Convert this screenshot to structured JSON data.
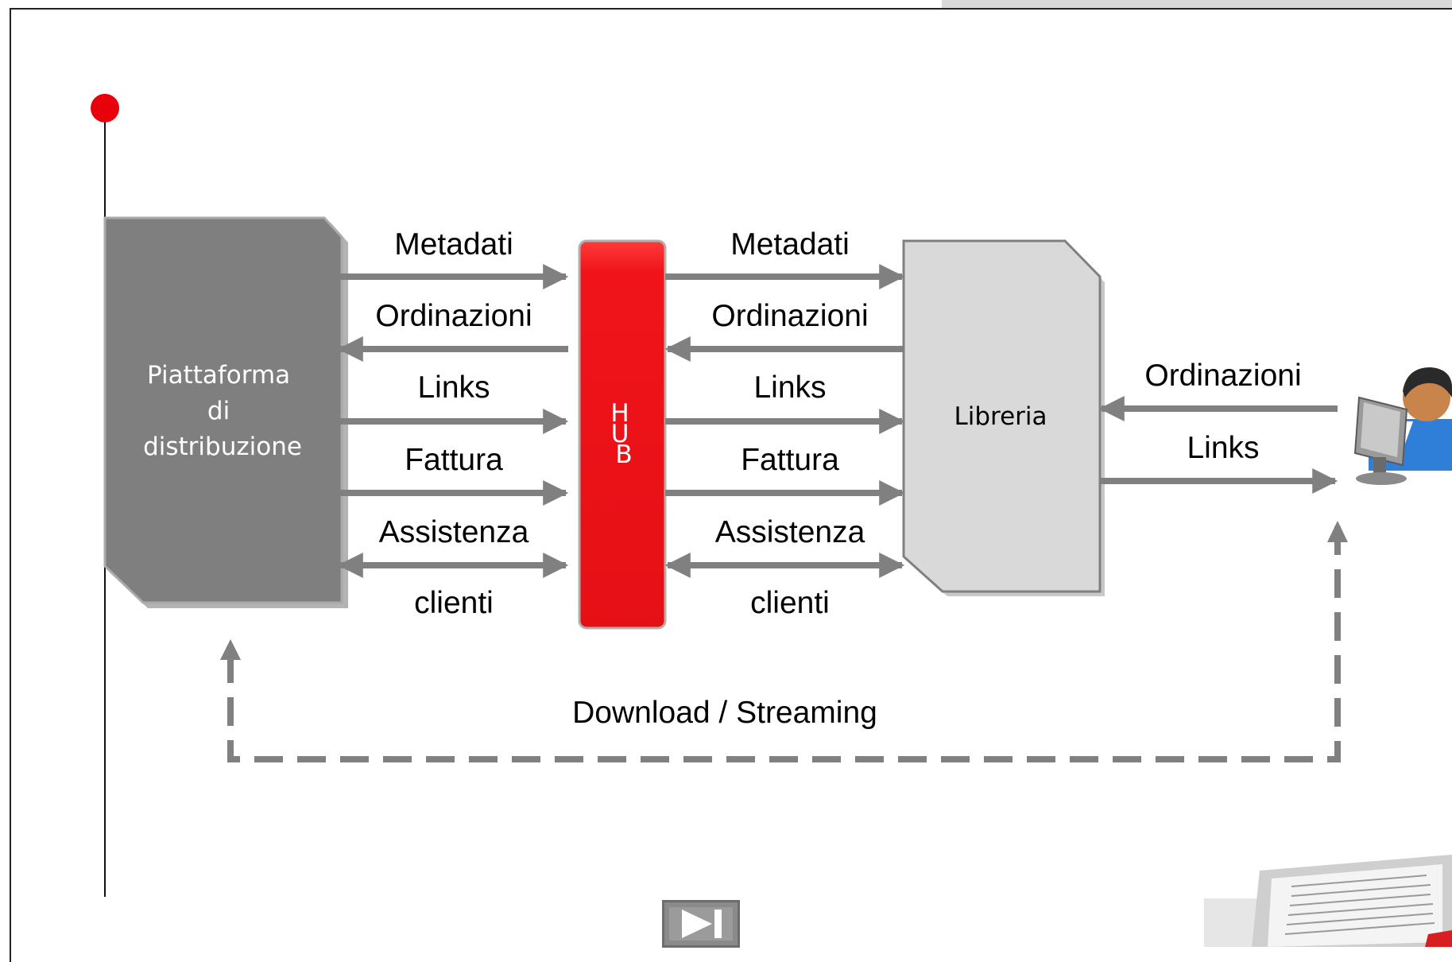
{
  "colors": {
    "accent_red": "#f0141a",
    "dark_box": "#7f7f7f",
    "light_box": "#d9d9d9",
    "arrow": "#808080",
    "timeline_dot": "#e8000b"
  },
  "nodes": {
    "platform": "Piattaforma di distribuzione",
    "platform_lines": [
      "Piattaforma",
      "di",
      "distribuzione"
    ],
    "hub_letters": [
      "H",
      "U",
      "B"
    ],
    "library": "Libreria",
    "user_icon": "user-at-computer-icon"
  },
  "left_flows": {
    "metadati": "Metadati",
    "ordinazioni": "Ordinazioni",
    "links": "Links",
    "fattura": "Fattura",
    "assistenza": "Assistenza",
    "clienti": "clienti"
  },
  "right_flows": {
    "metadati": "Metadati",
    "ordinazioni": "Ordinazioni",
    "links": "Links",
    "fattura": "Fattura",
    "assistenza": "Assistenza",
    "clienti": "clienti"
  },
  "user_flows": {
    "ordinazioni": "Ordinazioni",
    "links": "Links"
  },
  "download_label": "Download / Streaming",
  "controls": {
    "next_icon": "skip-forward-icon"
  }
}
